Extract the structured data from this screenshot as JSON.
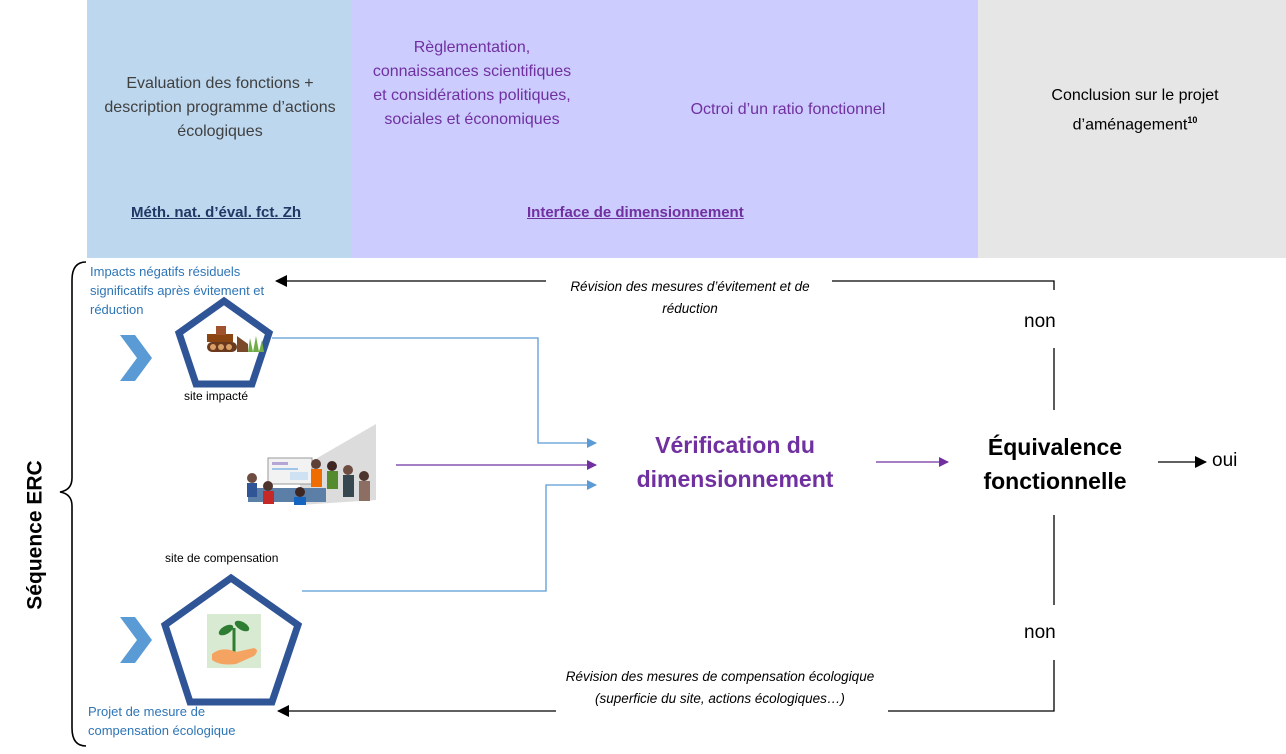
{
  "header": {
    "col1_text": "Evaluation des fonctions + description programme d’actions écologiques",
    "col1_link": "Méth. nat. d’éval. fct. Zh",
    "col2_text": "Règlementation, connaissances scientifiques et considérations politiques, sociales et économiques",
    "col3_text": "Octroi d’un ratio fonctionnel",
    "col23_link": "Interface de dimensionnement",
    "col4_text": "Conclusion sur le projet d’aménagement",
    "col4_sup": "10"
  },
  "side_label": "Séquence ERC",
  "impacts_label": "Impacts négatifs résiduels significatifs après évitement et réduction",
  "site_impacte": "site impacté",
  "site_compensation": "site de compensation",
  "projet_compensation": "Projet de mesure de compensation écologique",
  "revision_top": "Révision des mesures d’évitement et de réduction",
  "revision_bottom": "Révision des mesures de compensation écologique (superficie du site, actions écologiques…)",
  "verification": "Vérification du dimensionnement",
  "equivalence": "Équivalence fonctionnelle",
  "non_top": "non",
  "non_bottom": "non",
  "oui": "oui",
  "colors": {
    "blue_panel": "#bdd7ee",
    "purple_panel": "#ccccff",
    "grey_panel": "#e7e6e6",
    "purple_text": "#7030a0",
    "blue_text": "#2e75b6",
    "pentagon": "#2f5597"
  },
  "icons": [
    "bulldozer-icon",
    "plant-hand-icon",
    "meeting-icon",
    "chevron-right-icon"
  ]
}
